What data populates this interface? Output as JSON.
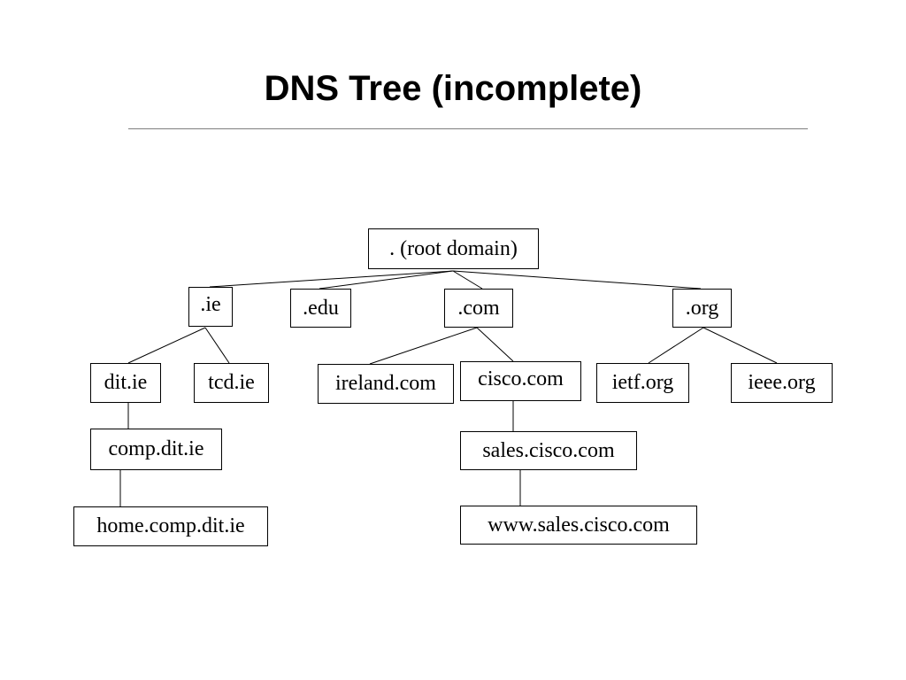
{
  "title": "DNS Tree (incomplete)",
  "nodes": {
    "root": ". (root domain)",
    "ie": ".ie",
    "edu": ".edu",
    "com": ".com",
    "org": ".org",
    "dit_ie": "dit.ie",
    "tcd_ie": "tcd.ie",
    "ireland_com": "ireland.com",
    "cisco_com": "cisco.com",
    "ietf_org": "ietf.org",
    "ieee_org": "ieee.org",
    "comp_dit_ie": "comp.dit.ie",
    "sales_cisco_com": "sales.cisco.com",
    "home_comp_dit_ie": "home.comp.dit.ie",
    "www_sales_cisco_com": "www.sales.cisco.com"
  },
  "edges": [
    [
      "root",
      "ie"
    ],
    [
      "root",
      "edu"
    ],
    [
      "root",
      "com"
    ],
    [
      "root",
      "org"
    ],
    [
      "ie",
      "dit_ie"
    ],
    [
      "ie",
      "tcd_ie"
    ],
    [
      "com",
      "ireland_com"
    ],
    [
      "com",
      "cisco_com"
    ],
    [
      "org",
      "ietf_org"
    ],
    [
      "org",
      "ieee_org"
    ],
    [
      "dit_ie",
      "comp_dit_ie"
    ],
    [
      "comp_dit_ie",
      "home_comp_dit_ie"
    ],
    [
      "cisco_com",
      "sales_cisco_com"
    ],
    [
      "sales_cisco_com",
      "www_sales_cisco_com"
    ]
  ]
}
